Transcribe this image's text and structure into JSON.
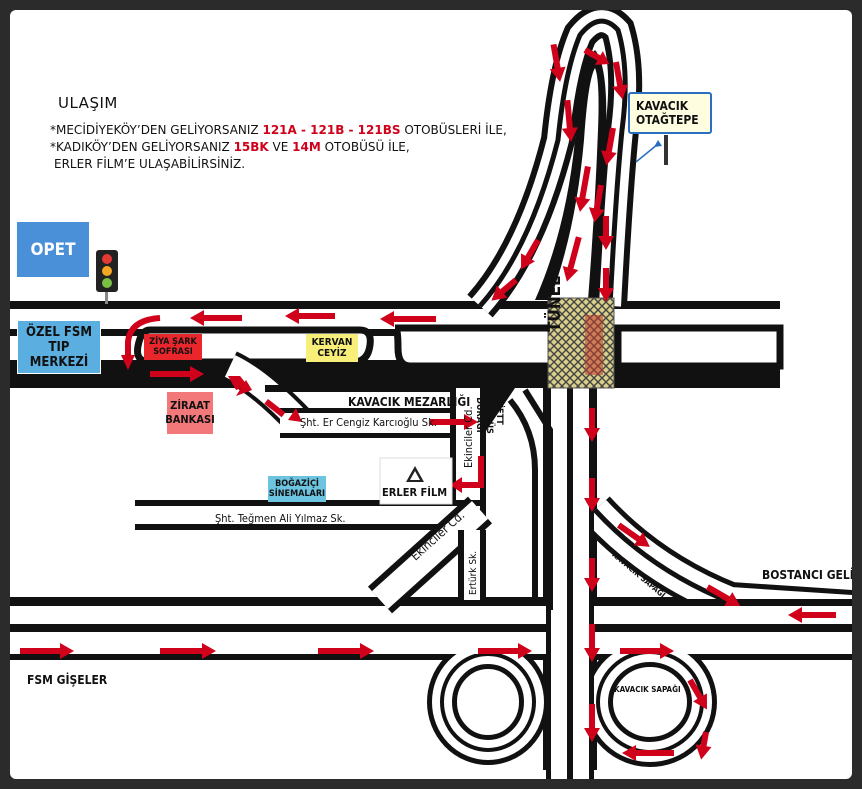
{
  "info": {
    "title": "ULAŞIM",
    "line1_prefix": "*MECİDİYEKÖY’DEN GELİYORSANIZ ",
    "line1_buses": "121A - 121B - 121BS",
    "line1_suffix": " OTOBÜSLERİ İLE,",
    "line2_prefix": "*KADIKÖY’DEN GELİYORSANIZ ",
    "line2_bus1": "15BK",
    "line2_mid": " VE ",
    "line2_bus2": "14M",
    "line2_suffix": " OTOBÜSÜ İLE,",
    "line3": "ERLER FİLM’E ULAŞABİLİRSİNİZ."
  },
  "places": {
    "opet": "OPET",
    "fsm_line1": "ÖZEL FSM",
    "fsm_line2": "TIP MERKEZİ",
    "ziya_line1": "ZİYA ŞARK",
    "ziya_line2": "SOFRASI",
    "kervan_line1": "KERVAN",
    "kervan_line2": "CEYİZ",
    "ziraat_line1": "ZİRAAT",
    "ziraat_line2": "BANKASI",
    "bogazici_line1": "BOĞAZİÇİ",
    "bogazici_line2": "SİNEMALARI",
    "erler": "ERLER FİLM",
    "kavacik_sign_line1": "KAVACIK",
    "kavacik_sign_line2": "OTAĞTEPE",
    "tunel": "TÜNEL",
    "iett_line1": "İETT",
    "iett_line2": "OTOBÜS",
    "iett_line3": "DURAĞI"
  },
  "streets": {
    "mezarligi": "KAVACIK MEZARLIĞI",
    "er_cengiz": "Şht. Er Cengiz Karcıoğlu Sk.",
    "tegmen": "Şht. Teğmen Ali Yılmaz Sk.",
    "ekinciler_vertical": "Ekinciler Cd.",
    "ekinciler_diag": "Ekinciler Cd.",
    "erturk": "Ertürk Sk.",
    "kavacik_sapagi_1": "KAVACIK SAPAĞI",
    "kavacik_sapagi_2": "KAVACIK SAPAĞI",
    "bostanci": "BOSTANCI GELİŞ",
    "fsm_giseler": "FSM GİŞELER"
  },
  "colors": {
    "road_outline": "#111111",
    "road_fill": "#ffffff",
    "arrow": "#d0021b",
    "opet_bg": "#4a90d9",
    "fsm_bg": "#5aaee0",
    "ziya_bg": "#e8262b",
    "kervan_bg": "#f7ef7a",
    "ziraat_bg": "#f2787a",
    "bogazici_bg": "#6cc4e0",
    "sign_border": "#2a6fbf",
    "sign_bg": "#fffde0",
    "tunnel_fill": "#d2cc82"
  },
  "icons": [
    "traffic-light-icon",
    "erler-film-logo-icon",
    "direction-arrow-icon"
  ]
}
